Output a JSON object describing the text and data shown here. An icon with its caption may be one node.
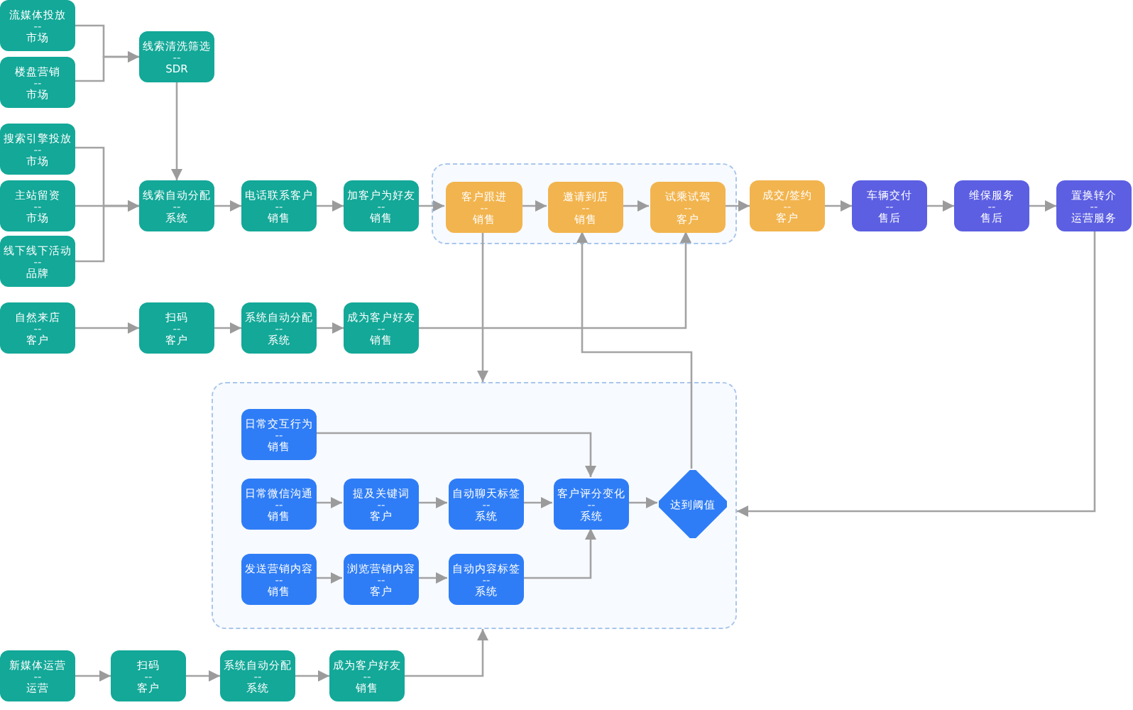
{
  "diagram": {
    "nodes": [
      {
        "text": [
          "流媒体投放",
          "--",
          "市场"
        ]
      },
      {
        "text": [
          "楼盘营销",
          "--",
          "市场"
        ]
      },
      {
        "text": [
          "线索清洗筛选",
          "--",
          "SDR"
        ]
      },
      {
        "text": [
          "搜索引擎投放",
          "--",
          "市场"
        ]
      },
      {
        "text": [
          "主站留资",
          "--",
          "市场"
        ]
      },
      {
        "text": [
          "线下线下活动",
          "--",
          "品牌"
        ]
      },
      {
        "text": [
          "线索自动分配",
          "--",
          "系统"
        ]
      },
      {
        "text": [
          "电话联系客户",
          "--",
          "销售"
        ]
      },
      {
        "text": [
          "加客户为好友",
          "--",
          "销售"
        ]
      },
      {
        "text": [],
        "shape": "box"
      },
      {
        "text": [
          "客户跟进",
          "--",
          "销售"
        ],
        "in": 9
      },
      {
        "text": [
          "邀请到店",
          "--",
          "销售"
        ],
        "in": 9
      },
      {
        "text": [
          "试乘试驾",
          "--",
          "客户"
        ],
        "in": 9
      },
      {
        "text": [
          "成交/签约",
          "--",
          "客户"
        ]
      },
      {
        "text": [
          "车辆交付",
          "--",
          "售后"
        ]
      },
      {
        "text": [
          "维保服务",
          "--",
          "售后"
        ]
      },
      {
        "text": [
          "置换转介",
          "--",
          "运营服务"
        ]
      },
      {
        "text": [
          "自然来店",
          "--",
          "客户"
        ]
      },
      {
        "text": [
          "扫码",
          "--",
          "客户"
        ]
      },
      {
        "text": [
          "系统自动分配",
          "--",
          "系统"
        ]
      },
      {
        "text": [
          "成为客户好友",
          "--",
          "销售"
        ]
      },
      {
        "text": [],
        "shape": "box"
      },
      {
        "text": [
          "日常交互行为",
          "--",
          "销售"
        ],
        "in": 21
      },
      {
        "text": [
          "日常微信沟通",
          "--",
          "销售"
        ],
        "in": 21
      },
      {
        "text": [
          "提及关键词",
          "--",
          "客户"
        ],
        "in": 21
      },
      {
        "text": [
          "自动聊天标签",
          "--",
          "系统"
        ],
        "in": 21
      },
      {
        "text": [
          "客户评分变化",
          "--",
          "系统"
        ],
        "in": 21
      },
      {
        "text": [
          "达到阈值"
        ],
        "in": 21
      },
      {
        "text": [
          "发送营销内容",
          "--",
          "销售"
        ],
        "in": 21
      },
      {
        "text": [
          "浏览营销内容",
          "--",
          "客户"
        ],
        "in": 21
      },
      {
        "text": [
          "自动内容标签",
          "--",
          "系统"
        ],
        "in": 21
      },
      {
        "text": [
          "新媒体运营",
          "--",
          "运营"
        ]
      },
      {
        "text": [
          "扫码",
          "--",
          "客户"
        ]
      },
      {
        "text": [
          "系统自动分配",
          "--",
          "系统"
        ]
      },
      {
        "text": [
          "成为客户好友",
          "--",
          "销售"
        ]
      }
    ],
    "edges": [
      {
        "from": 0,
        "to": 2,
        "arrow": "to"
      },
      {
        "from": 1,
        "to": 2,
        "arrow": "to"
      },
      {
        "from": 2,
        "to": 6,
        "arrow": "to"
      },
      {
        "from": 3,
        "to": 6,
        "arrow": "to"
      },
      {
        "from": 4,
        "to": 6,
        "arrow": "to"
      },
      {
        "from": 5,
        "to": 6,
        "arrow": "to"
      },
      {
        "from": 6,
        "to": 7,
        "arrow": "to"
      },
      {
        "from": 7,
        "to": 8,
        "arrow": "to"
      },
      {
        "from": 8,
        "to": 10,
        "arrow": "to"
      },
      {
        "from": 10,
        "to": 11,
        "arrow": "to"
      },
      {
        "from": 11,
        "to": 12,
        "arrow": "to"
      },
      {
        "from": 12,
        "to": 13,
        "arrow": "to"
      },
      {
        "from": 13,
        "to": 14,
        "arrow": "to"
      },
      {
        "from": 14,
        "to": 15,
        "arrow": "to"
      },
      {
        "from": 15,
        "to": 16,
        "arrow": "to"
      },
      {
        "from": 17,
        "to": 18,
        "arrow": "to"
      },
      {
        "from": 18,
        "to": 19,
        "arrow": "to"
      },
      {
        "from": 19,
        "to": 20,
        "arrow": "to"
      },
      {
        "from": 20,
        "to": 12,
        "arrow": "to"
      },
      {
        "from": 10,
        "to": 21,
        "arrow": "to"
      },
      {
        "from": 27,
        "to": 11,
        "arrow": "to"
      },
      {
        "from": 16,
        "to": 21,
        "arrow": "to"
      },
      {
        "from": 22,
        "to": 26,
        "arrow": "to"
      },
      {
        "from": 23,
        "to": 24,
        "arrow": "to"
      },
      {
        "from": 24,
        "to": 25,
        "arrow": "to"
      },
      {
        "from": 25,
        "to": 26,
        "arrow": "to"
      },
      {
        "from": 26,
        "to": 27,
        "arrow": "to"
      },
      {
        "from": 28,
        "to": 29,
        "arrow": "to"
      },
      {
        "from": 29,
        "to": 30,
        "arrow": "to"
      },
      {
        "from": 30,
        "to": 26,
        "arrow": "to"
      },
      {
        "from": 31,
        "to": 32,
        "arrow": "to"
      },
      {
        "from": 32,
        "to": 33,
        "arrow": "to"
      },
      {
        "from": 33,
        "to": 34,
        "arrow": "to"
      },
      {
        "from": 34,
        "to": 21,
        "arrow": "to"
      }
    ]
  }
}
